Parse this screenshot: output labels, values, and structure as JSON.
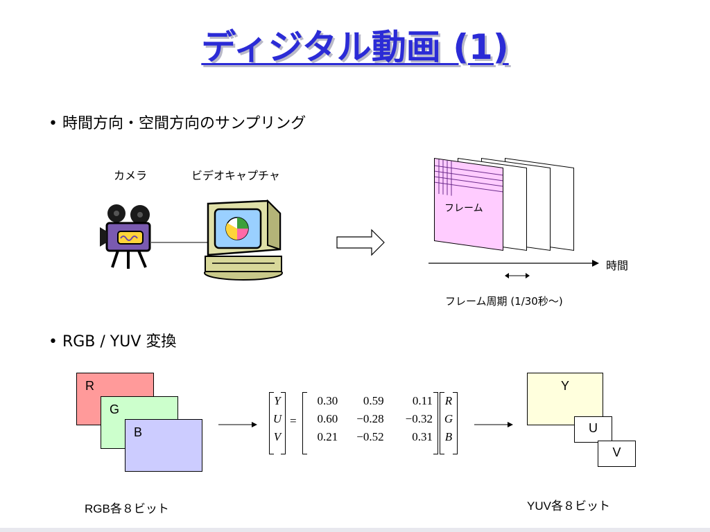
{
  "slide": {
    "title": "ディジタル動画 (1)",
    "bullet1": "• 時間方向・空間方向のサンプリング",
    "bullet2": "• RGB / YUV 変換"
  },
  "capture": {
    "camera_label": "カメラ",
    "capture_label": "ビデオキャプチャ",
    "frame_label": "フレーム",
    "time_label": "時間",
    "period_label": "フレーム周期 (1/30秒～)"
  },
  "rgb": {
    "r": "R",
    "g": "G",
    "b": "B",
    "caption": "RGB各８ビット"
  },
  "matrix": {
    "lhs": [
      "Y",
      "U",
      "V"
    ],
    "eq": "=",
    "rows": [
      [
        "0.30",
        "0.59",
        "0.11"
      ],
      [
        "0.60",
        "−0.28",
        "−0.32"
      ],
      [
        "0.21",
        "−0.52",
        "0.31"
      ]
    ],
    "rhs": [
      "R",
      "G",
      "B"
    ]
  },
  "yuv": {
    "y": "Y",
    "u": "U",
    "v": "V",
    "caption": "YUV各８ビット"
  },
  "colors": {
    "title": "#2b2bd6",
    "r_box": "#ff9a9a",
    "g_box": "#ccffcc",
    "b_box": "#ccccff",
    "y_box": "#ffffdd",
    "frame_pink": "#ffccff"
  }
}
